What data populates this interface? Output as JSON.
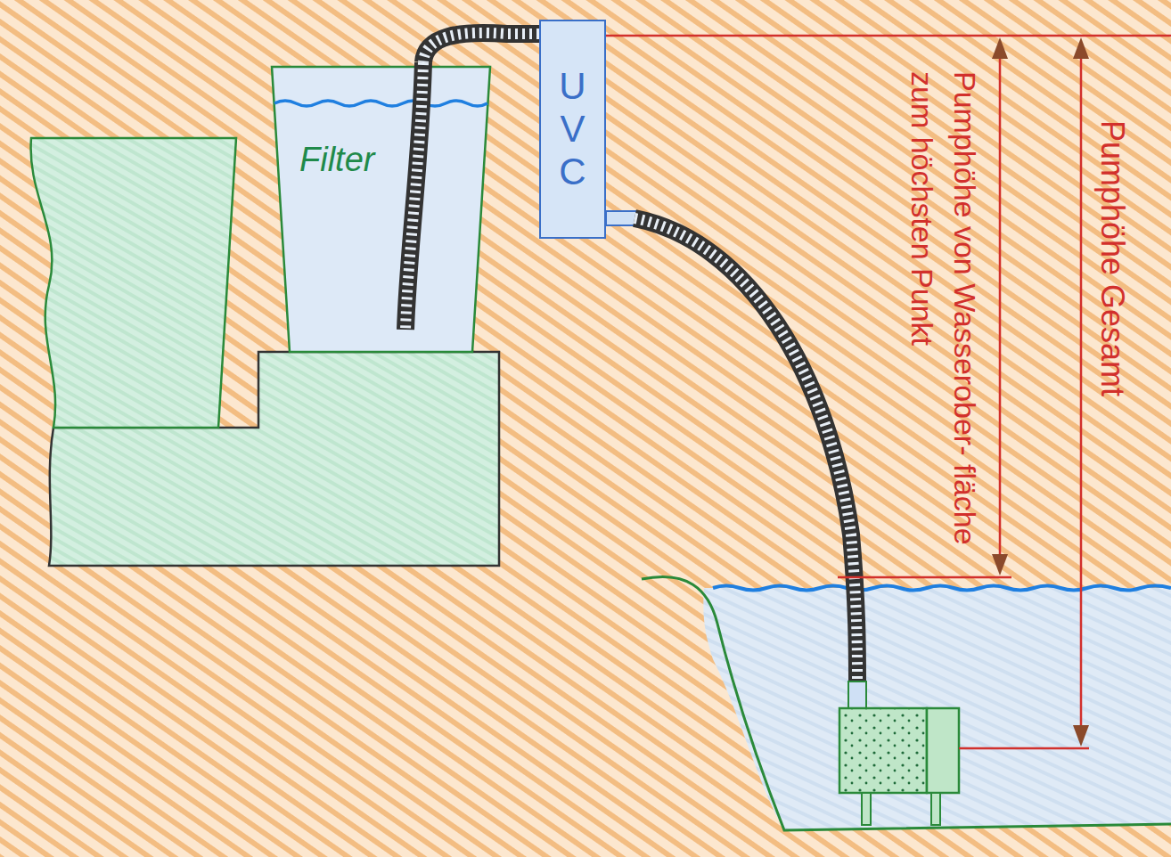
{
  "diagram": {
    "nodes": [
      {
        "text": [
          "Filter"
        ]
      },
      {
        "text": [
          "UVC"
        ]
      }
    ],
    "edges": [
      {
        "from": 1,
        "to": 0,
        "arrow": "none"
      }
    ],
    "labels": [
      "Pumphöhe von Wasserober- fläche zum höchsten Punkt",
      "Pumphöhe Gesamt"
    ]
  }
}
